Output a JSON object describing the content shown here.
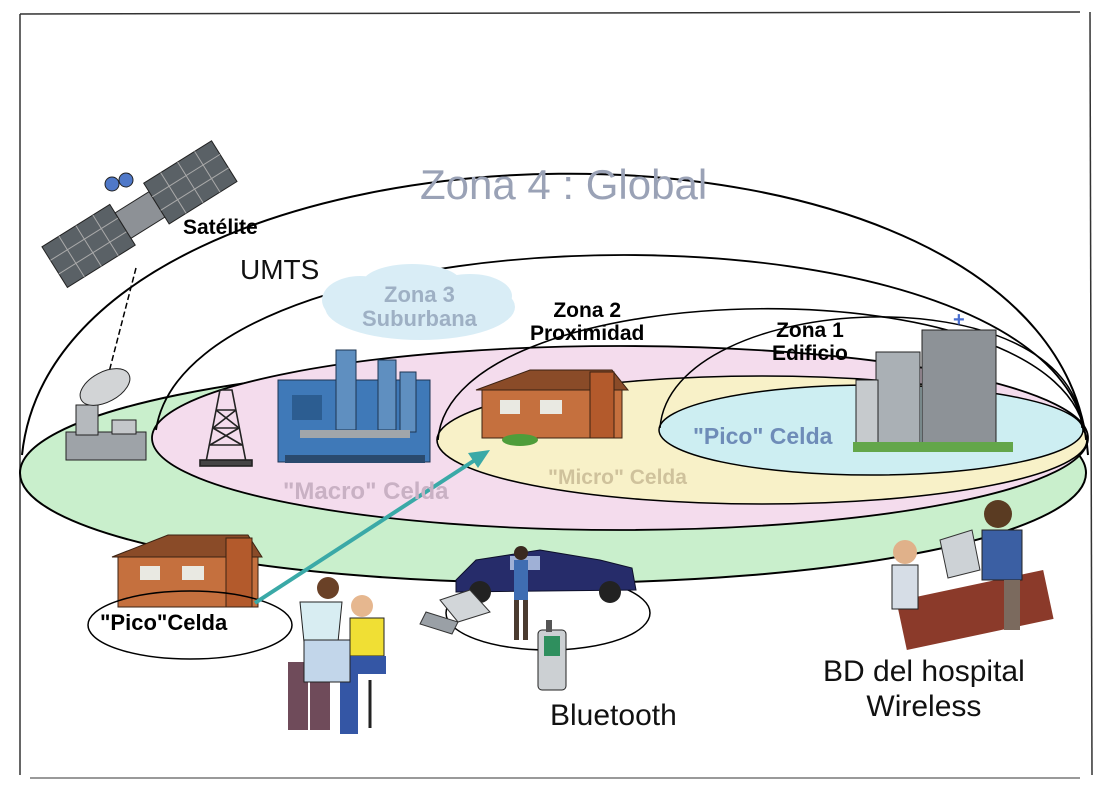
{
  "zones": {
    "zona4": "Zona 4 : Global",
    "zona3": [
      "Zona 3",
      "Suburbana"
    ],
    "zona2": [
      "Zona 2",
      "Proximidad"
    ],
    "zona1": [
      "Zona 1",
      "Edificio"
    ]
  },
  "cells": {
    "pico_edificio": "\"Pico\" Celda",
    "macro": "\"Macro\" Celda",
    "micro": "\"Micro\" Celda",
    "pico_casa": "\"Pico\"Celda"
  },
  "labels": {
    "satelite": "Satélite",
    "umts": "UMTS",
    "bluetooth": "Bluetooth",
    "bd_hospital": [
      "BD del hospital",
      "Wireless"
    ]
  },
  "colors": {
    "global_ground": "#c9efcc",
    "macro_ground": "#f4dced",
    "micro_ground": "#f8f1c8",
    "pico_ground": "#cdeef2",
    "arrow": "#3aa9a7",
    "zona3_cloud": "#d9edf6"
  }
}
